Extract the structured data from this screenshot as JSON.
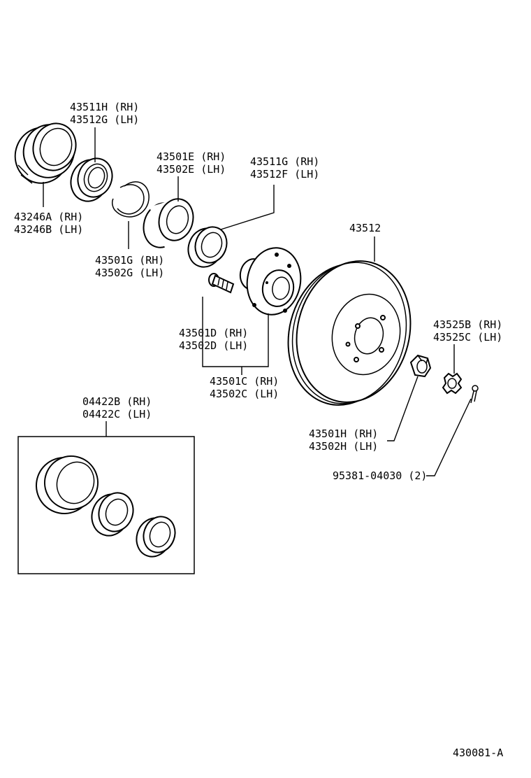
{
  "labels": {
    "seal_outer": [
      "43511H (RH)",
      "43512G (LH)"
    ],
    "seal_boot": [
      "43246A (RH)",
      "43246B (LH)"
    ],
    "bearing_outer": [
      "43501E (RH)",
      "43502E (LH)"
    ],
    "snap_ring": [
      "43501G (RH)",
      "43502G (LH)"
    ],
    "seal_inner": [
      "43511G (RH)",
      "43512F (LH)"
    ],
    "disc": [
      "43512"
    ],
    "hub_bolt": [
      "43501D (RH)",
      "43502D (LH)"
    ],
    "hub": [
      "43501C (RH)",
      "43502C (LH)"
    ],
    "kit": [
      "04422B (RH)",
      "04422C (LH)"
    ],
    "lock_cap": [
      "43525B (RH)",
      "43525C (LH)"
    ],
    "hub_nut": [
      "43501H (RH)",
      "43502H (LH)"
    ],
    "cotter_pin": [
      "95381-04030 (2)"
    ],
    "diagram_id": "430081-A"
  }
}
